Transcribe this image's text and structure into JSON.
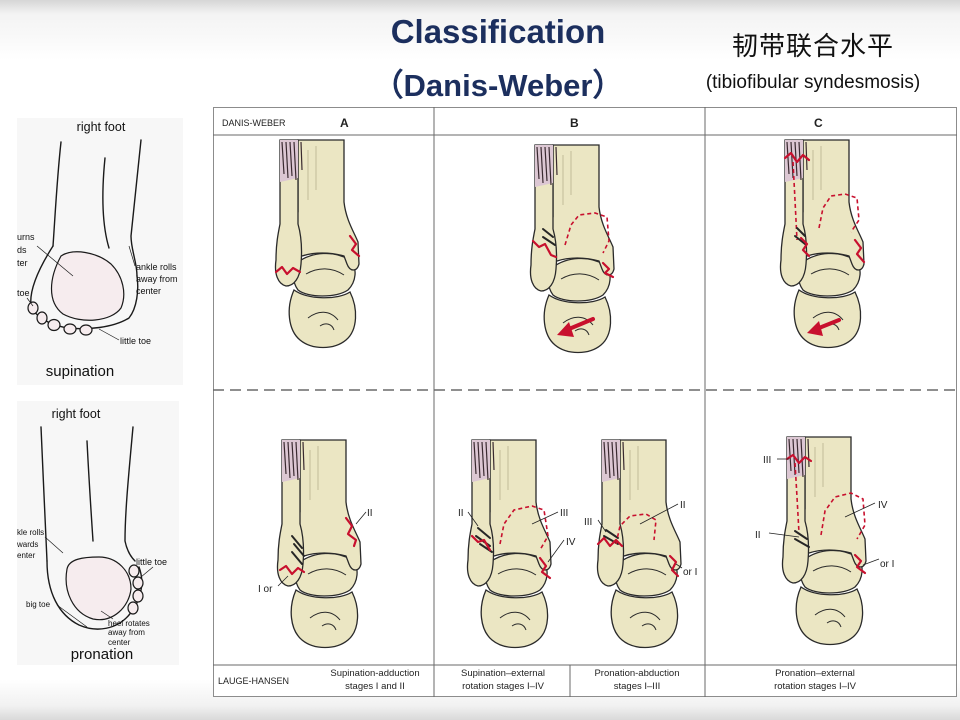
{
  "slide": {
    "title": "Classification",
    "subtitle": "（Danis-Weber）",
    "right_heading": "韧带联合水平",
    "right_subheading": "(tibiofibular syndesmosis)"
  },
  "supination_figure": {
    "header": "right foot",
    "caption": "supination",
    "labels": {
      "turns_line1": "urns",
      "turns_line2": "ds",
      "turns_line3": "ter",
      "big_toe": "toe",
      "ankle_line1": "ankle rolls",
      "ankle_line2": "away from",
      "ankle_line3": "center",
      "little_toe": "little toe"
    }
  },
  "pronation_figure": {
    "header": "right foot",
    "caption": "pronation",
    "labels": {
      "ankle_line1": "kle rolls",
      "ankle_line2": "wards",
      "ankle_line3": "enter",
      "little_toe": "little toe",
      "big_toe": "big toe",
      "heel_line1": "heel rotates",
      "heel_line2": "away from",
      "heel_line3": "center"
    }
  },
  "classification_figure": {
    "row_header": "DANIS-WEBER",
    "columns": [
      "A",
      "B",
      "C"
    ],
    "footer_header": "LAUGE-HANSEN",
    "footer_captions": [
      [
        "Supination-adduction",
        "stages I and II"
      ],
      [
        "Supination–external",
        "rotation stages I–IV"
      ],
      [
        "Pronation-abduction",
        "stages I–III"
      ],
      [
        "Pronation–external",
        "rotation stages I–IV"
      ]
    ],
    "stage_labels": {
      "supination_adduction": [
        "II",
        "I or"
      ],
      "supination_external_rotation": [
        "II",
        "III",
        "IV"
      ],
      "pronation_abduction": [
        "III",
        "II",
        "or I"
      ],
      "pronation_external_rotation": [
        "III",
        "IV",
        "II",
        "or I"
      ]
    }
  },
  "colors": {
    "title": "#1c2f5e",
    "fracture": "#c8102e",
    "bone": "#ebe6c3"
  }
}
